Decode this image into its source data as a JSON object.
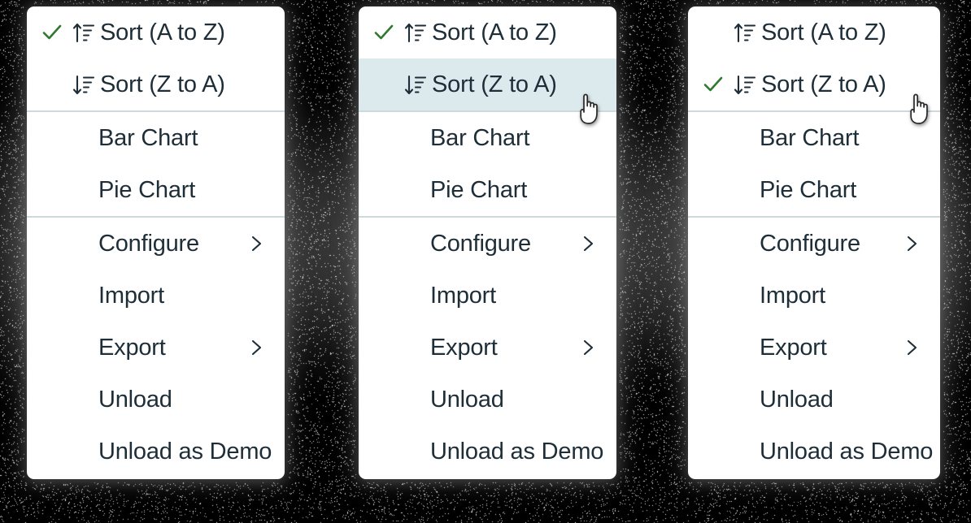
{
  "scene": {
    "description": "Three variants of an open context menu on a noisy black background",
    "background_color": "#000000",
    "panel_background": "#ffffff",
    "separator_color": "#ccd9de",
    "highlight_color": "#dceaee",
    "check_color": "#2d7a2d",
    "text_color": "#1e2e38"
  },
  "menu_items": {
    "sort_az": "Sort (A to Z)",
    "sort_za": "Sort (Z to A)",
    "bar_chart": "Bar Chart",
    "pie_chart": "Pie Chart",
    "configure": "Configure",
    "import": "Import",
    "export": "Export",
    "unload": "Unload",
    "unload_as_demo": "Unload as Demo"
  },
  "icons": {
    "check": "check-icon",
    "sort_ascending": "sort-ascending-icon",
    "sort_descending": "sort-descending-icon",
    "submenu_chevron": "chevron-right-icon",
    "cursor": "pointing-hand-cursor"
  },
  "panels": [
    {
      "id": "panel-1",
      "checked_item": "sort_az",
      "highlighted_item": null,
      "cursor_visible": false
    },
    {
      "id": "panel-2",
      "checked_item": "sort_az",
      "highlighted_item": "sort_za",
      "cursor_visible": true
    },
    {
      "id": "panel-3",
      "checked_item": "sort_za",
      "highlighted_item": null,
      "cursor_visible": true
    }
  ]
}
